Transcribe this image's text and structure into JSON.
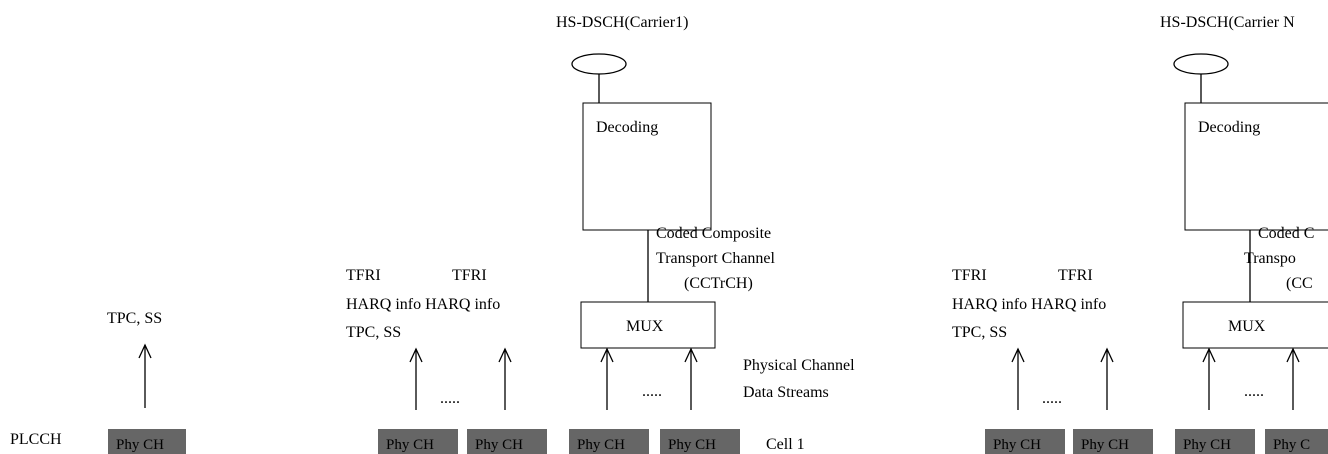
{
  "left": {
    "plcch_label": "PLCCH",
    "tpc_ss": "TPC, SS",
    "phy_ch": "Phy CH"
  },
  "cell1": {
    "hsdsch_label": "HS-DSCH(Carrier1)",
    "decoding_label": "Decoding",
    "cctrch_line1": "Coded Composite",
    "cctrch_line2": "Transport Channel",
    "cctrch_line3": "(CCTrCH)",
    "mux_label": "MUX",
    "tfri_a": "TFRI",
    "tfri_b": "TFRI",
    "harq_info": "HARQ info HARQ info",
    "tpc_ss": "TPC, SS",
    "ellipsis_a": ".....",
    "ellipsis_b": ".....",
    "phys_line1": "Physical Channel",
    "phys_line2": "Data Streams",
    "cell_label": "Cell 1",
    "phy_ch_labels": [
      "Phy CH",
      "Phy CH",
      "Phy CH",
      "Phy CH"
    ]
  },
  "cellN": {
    "hsdsch_label": "HS-DSCH(Carrier N",
    "decoding_label": "Decoding",
    "cctrch_line1": "Coded C",
    "cctrch_line2": "Transpo",
    "cctrch_line3": "(CC",
    "mux_label": "MUX",
    "tfri_a": "TFRI",
    "tfri_b": "TFRI",
    "harq_info": "HARQ info HARQ info",
    "tpc_ss": "TPC, SS",
    "ellipsis_a": ".....",
    "ellipsis_b": ".....",
    "phy_ch_labels": [
      "Phy CH",
      "Phy CH",
      "Phy CH",
      "Phy C"
    ]
  },
  "colors": {
    "phy_ch_fill": "#666666",
    "stroke": "#000000"
  }
}
